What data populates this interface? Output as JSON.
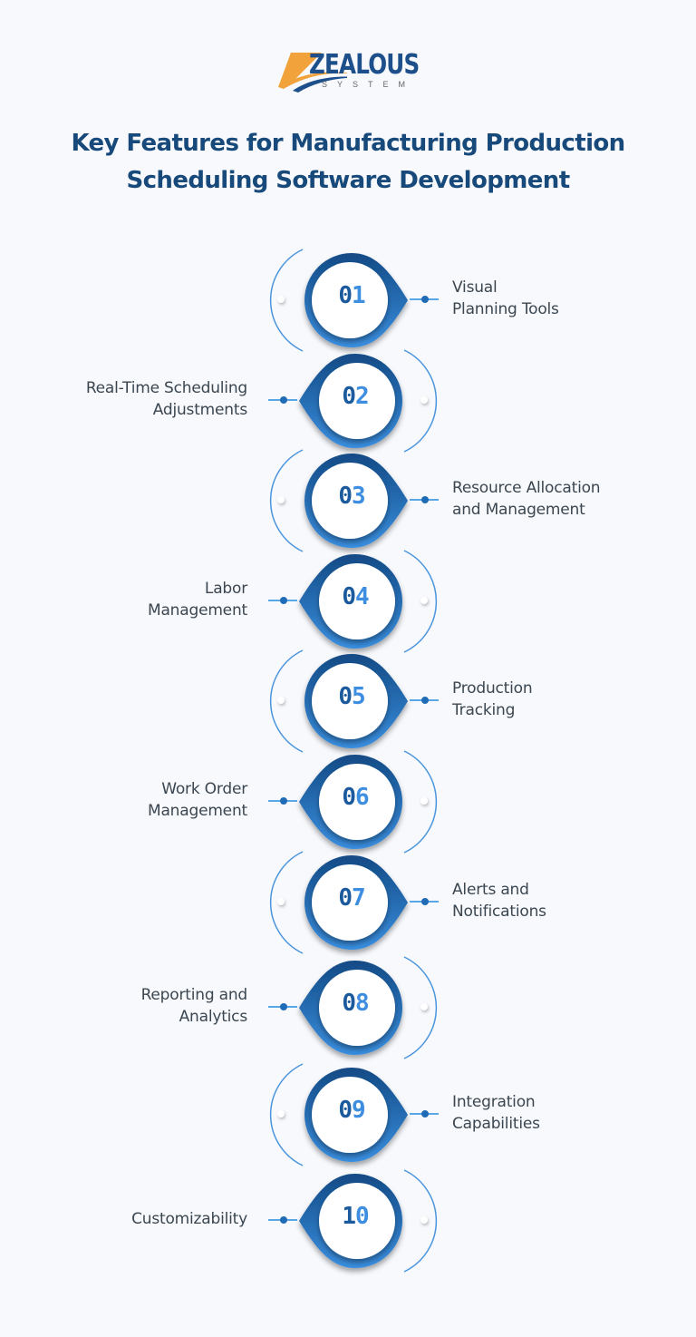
{
  "logo": {
    "name": "ZEALOUS",
    "tagline": "SYSTEM"
  },
  "title": {
    "line1": "Key Features for Manufacturing Production",
    "line2": "Scheduling Software Development"
  },
  "colors": {
    "title": "#17497a",
    "badge_dark": "#124a85",
    "badge_light": "#3a8fe0",
    "label": "#3b4650",
    "connector": "#5aa7e6"
  },
  "features": [
    {
      "num_a": "0",
      "num_b": "1",
      "line1": "Visual",
      "line2": "Planning Tools",
      "side": "right"
    },
    {
      "num_a": "0",
      "num_b": "2",
      "line1": "Real-Time Scheduling",
      "line2": "Adjustments",
      "side": "left"
    },
    {
      "num_a": "0",
      "num_b": "3",
      "line1": "Resource Allocation",
      "line2": "and Management",
      "side": "right"
    },
    {
      "num_a": "0",
      "num_b": "4",
      "line1": "Labor",
      "line2": "Management",
      "side": "left"
    },
    {
      "num_a": "0",
      "num_b": "5",
      "line1": "Production",
      "line2": "Tracking",
      "side": "right"
    },
    {
      "num_a": "0",
      "num_b": "6",
      "line1": "Work Order",
      "line2": "Management",
      "side": "left"
    },
    {
      "num_a": "0",
      "num_b": "7",
      "line1": "Alerts and",
      "line2": "Notifications",
      "side": "right"
    },
    {
      "num_a": "0",
      "num_b": "8",
      "line1": "Reporting and",
      "line2": "Analytics",
      "side": "left"
    },
    {
      "num_a": "0",
      "num_b": "9",
      "line1": "Integration",
      "line2": "Capabilities",
      "side": "right"
    },
    {
      "num_a": "1",
      "num_b": "0",
      "line1": "Customizability",
      "line2": "",
      "side": "left"
    }
  ]
}
